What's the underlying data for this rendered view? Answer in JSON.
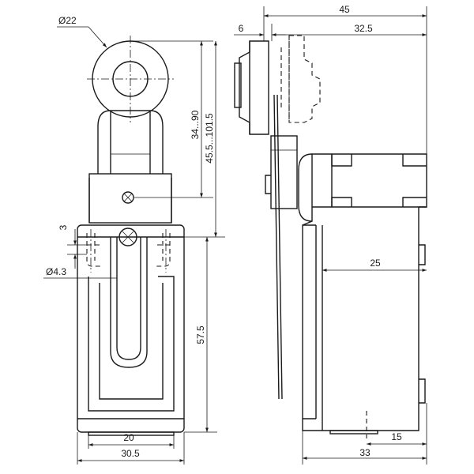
{
  "dimensions": {
    "roller_diameter": "Ø22",
    "arm_range_short": "34...90",
    "arm_range_long": "45.5...101.5",
    "slot_height": "3",
    "hole_diameter": "Ø4.3",
    "body_height": "57.5",
    "base_width": "20",
    "body_width": "30.5",
    "total_depth": "45",
    "roller_thickness": "6",
    "roller_offset": "32.5",
    "mount_depth": "25",
    "base_offset": "15",
    "side_body_depth": "33"
  }
}
